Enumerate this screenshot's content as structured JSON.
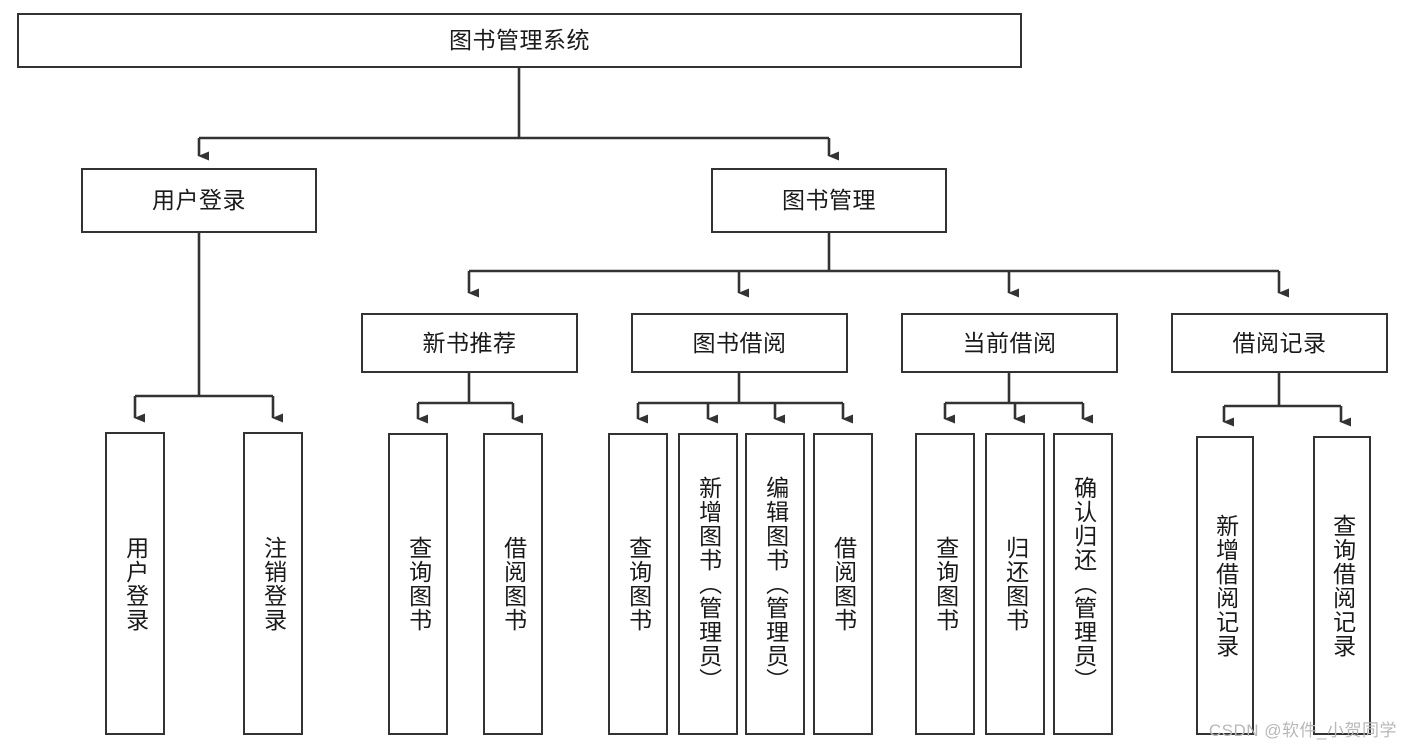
{
  "diagram": {
    "title": "图书管理系统",
    "type": "tree-hierarchy",
    "watermark": "CSDN @软件_小贺同学",
    "colors": {
      "box_border": "#333333",
      "box_fill": "#ffffff",
      "connector": "#333333",
      "text": "#1a1a1a",
      "watermark": "#b8b8b8"
    },
    "root": {
      "id": "root",
      "label": "图书管理系统",
      "orientation": "horizontal"
    },
    "level2": [
      {
        "id": "user-login",
        "label": "用户登录",
        "orientation": "horizontal"
      },
      {
        "id": "book-manage",
        "label": "图书管理",
        "orientation": "horizontal"
      }
    ],
    "level3": [
      {
        "id": "new-book-recommend",
        "label": "新书推荐",
        "orientation": "horizontal",
        "parent": "book-manage"
      },
      {
        "id": "book-borrow",
        "label": "图书借阅",
        "orientation": "horizontal",
        "parent": "book-manage"
      },
      {
        "id": "current-borrow",
        "label": "当前借阅",
        "orientation": "horizontal",
        "parent": "book-manage"
      },
      {
        "id": "borrow-record",
        "label": "借阅记录",
        "orientation": "horizontal",
        "parent": "book-manage"
      }
    ],
    "leaves": [
      {
        "id": "leaf-user-login",
        "label": "用户登录",
        "orientation": "vertical",
        "parent": "user-login"
      },
      {
        "id": "leaf-user-logout",
        "label": "注销登录",
        "orientation": "vertical",
        "parent": "user-login"
      },
      {
        "id": "leaf-query-book-1",
        "label": "查询图书",
        "orientation": "vertical",
        "parent": "new-book-recommend"
      },
      {
        "id": "leaf-borrow-book-1",
        "label": "借阅图书",
        "orientation": "vertical",
        "parent": "new-book-recommend"
      },
      {
        "id": "leaf-query-book-2",
        "label": "查询图书",
        "orientation": "vertical",
        "parent": "book-borrow"
      },
      {
        "id": "leaf-add-book",
        "label": "新增图书（管理员）",
        "orientation": "vertical",
        "parent": "book-borrow"
      },
      {
        "id": "leaf-edit-book",
        "label": "编辑图书（管理员）",
        "orientation": "vertical",
        "parent": "book-borrow"
      },
      {
        "id": "leaf-borrow-book-2",
        "label": "借阅图书",
        "orientation": "vertical",
        "parent": "book-borrow"
      },
      {
        "id": "leaf-query-book-3",
        "label": "查询图书",
        "orientation": "vertical",
        "parent": "current-borrow"
      },
      {
        "id": "leaf-return-book",
        "label": "归还图书",
        "orientation": "vertical",
        "parent": "current-borrow"
      },
      {
        "id": "leaf-confirm-return",
        "label": "确认归还（管理员）",
        "orientation": "vertical",
        "parent": "current-borrow"
      },
      {
        "id": "leaf-add-record",
        "label": "新增借阅记录",
        "orientation": "vertical",
        "parent": "borrow-record"
      },
      {
        "id": "leaf-query-record",
        "label": "查询借阅记录",
        "orientation": "vertical",
        "parent": "borrow-record"
      }
    ]
  }
}
